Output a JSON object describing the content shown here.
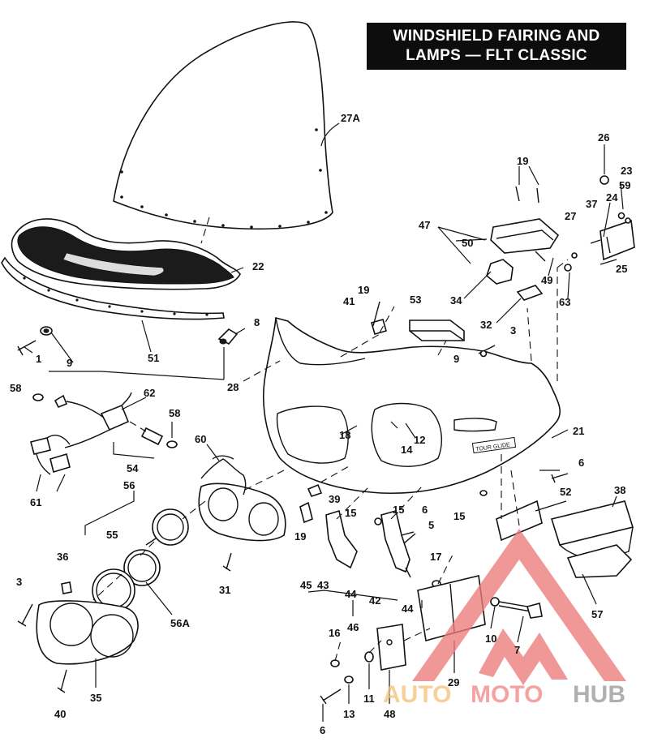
{
  "title": {
    "line1": "WINDSHIELD FAIRING AND",
    "line2": "LAMPS — FLT CLASSIC"
  },
  "part_labels": [
    {
      "id": "27A",
      "text": "27A"
    },
    {
      "id": "22",
      "text": "22"
    },
    {
      "id": "26",
      "text": "26"
    },
    {
      "id": "23",
      "text": "23"
    },
    {
      "id": "59",
      "text": "59"
    },
    {
      "id": "24",
      "text": "24"
    },
    {
      "id": "37",
      "text": "37"
    },
    {
      "id": "27",
      "text": "27"
    },
    {
      "id": "25",
      "text": "25"
    },
    {
      "id": "19a",
      "text": "19"
    },
    {
      "id": "47",
      "text": "47"
    },
    {
      "id": "50",
      "text": "50"
    },
    {
      "id": "49",
      "text": "49"
    },
    {
      "id": "63",
      "text": "63"
    },
    {
      "id": "34",
      "text": "34"
    },
    {
      "id": "32",
      "text": "32"
    },
    {
      "id": "3a",
      "text": "3"
    },
    {
      "id": "9a",
      "text": "9"
    },
    {
      "id": "41",
      "text": "41"
    },
    {
      "id": "19b",
      "text": "19"
    },
    {
      "id": "53",
      "text": "53"
    },
    {
      "id": "8",
      "text": "8"
    },
    {
      "id": "1",
      "text": "1"
    },
    {
      "id": "9b",
      "text": "9"
    },
    {
      "id": "51",
      "text": "51"
    },
    {
      "id": "28",
      "text": "28"
    },
    {
      "id": "58a",
      "text": "58"
    },
    {
      "id": "62",
      "text": "62"
    },
    {
      "id": "58b",
      "text": "58"
    },
    {
      "id": "18",
      "text": "18"
    },
    {
      "id": "14",
      "text": "14"
    },
    {
      "id": "12",
      "text": "12"
    },
    {
      "id": "21",
      "text": "21"
    },
    {
      "id": "54",
      "text": "54"
    },
    {
      "id": "61",
      "text": "61"
    },
    {
      "id": "60",
      "text": "60"
    },
    {
      "id": "56",
      "text": "56"
    },
    {
      "id": "6a",
      "text": "6"
    },
    {
      "id": "52",
      "text": "52"
    },
    {
      "id": "38",
      "text": "38"
    },
    {
      "id": "39",
      "text": "39"
    },
    {
      "id": "15a",
      "text": "15"
    },
    {
      "id": "15b",
      "text": "15"
    },
    {
      "id": "6b",
      "text": "6"
    },
    {
      "id": "15c",
      "text": "15"
    },
    {
      "id": "5",
      "text": "5"
    },
    {
      "id": "19c",
      "text": "19"
    },
    {
      "id": "55",
      "text": "55"
    },
    {
      "id": "36",
      "text": "36"
    },
    {
      "id": "3b",
      "text": "3"
    },
    {
      "id": "31",
      "text": "31"
    },
    {
      "id": "45",
      "text": "45"
    },
    {
      "id": "43",
      "text": "43"
    },
    {
      "id": "44a",
      "text": "44"
    },
    {
      "id": "42",
      "text": "42"
    },
    {
      "id": "44b",
      "text": "44"
    },
    {
      "id": "17",
      "text": "17"
    },
    {
      "id": "56A",
      "text": "56A"
    },
    {
      "id": "46",
      "text": "46"
    },
    {
      "id": "10",
      "text": "10"
    },
    {
      "id": "7",
      "text": "7"
    },
    {
      "id": "57",
      "text": "57"
    },
    {
      "id": "16",
      "text": "16"
    },
    {
      "id": "29",
      "text": "29"
    },
    {
      "id": "35",
      "text": "35"
    },
    {
      "id": "40",
      "text": "40"
    },
    {
      "id": "11",
      "text": "11"
    },
    {
      "id": "13",
      "text": "13"
    },
    {
      "id": "48",
      "text": "48"
    },
    {
      "id": "6c",
      "text": "6"
    }
  ],
  "decals": {
    "fairing_emblem": "TOUR GLIDE"
  },
  "watermark": {
    "part1": "AUTO",
    "part2": "MOTO",
    "part3": "HUB",
    "color_auto": "#f4c37a",
    "color_moto": "#f28a8a",
    "color_hub": "#9a9a9a",
    "triangle_color": "#ec7a7a"
  }
}
